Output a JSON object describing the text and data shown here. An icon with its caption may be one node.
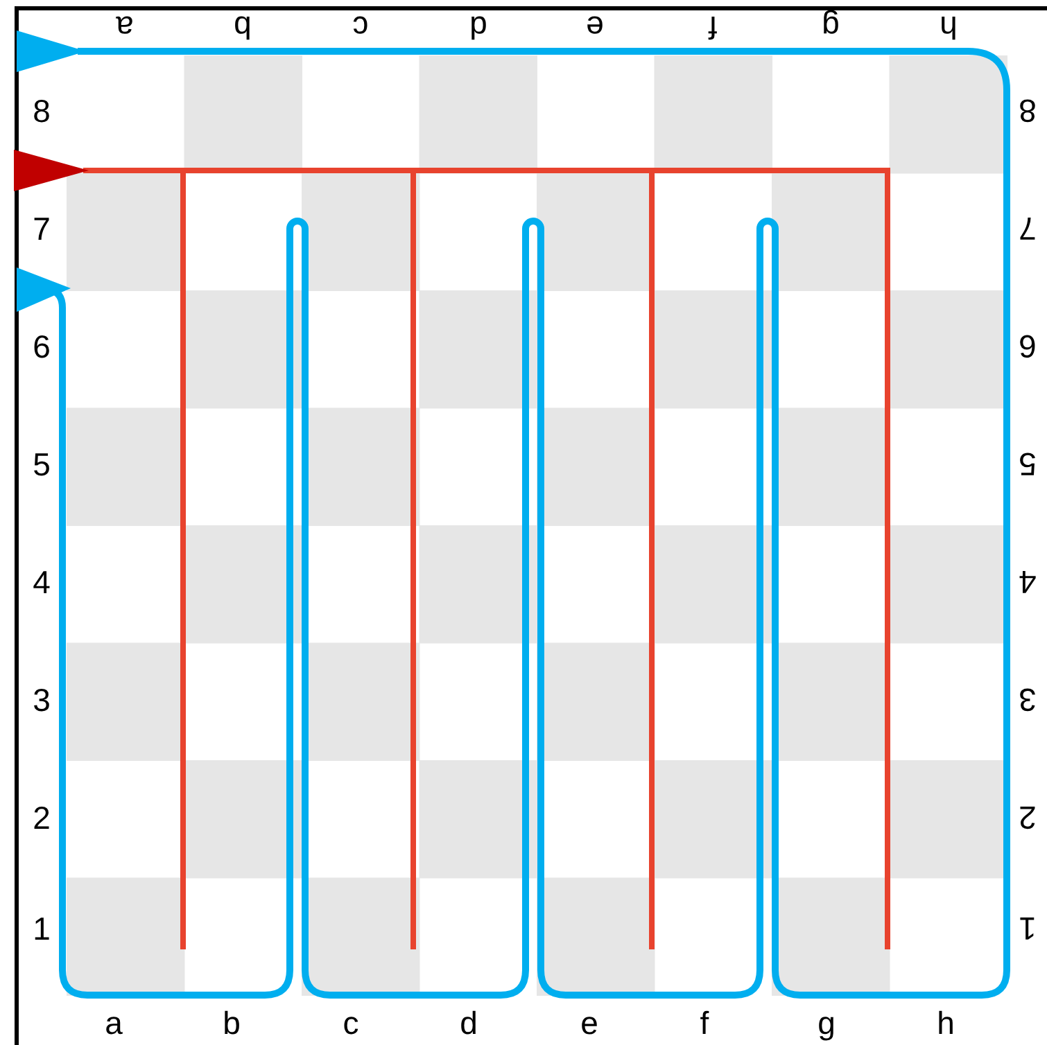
{
  "diagram": {
    "labels": [
      "a",
      "b",
      "c",
      "d",
      "e",
      "f",
      "g",
      "h",
      "8",
      "8",
      "7",
      "7",
      "6",
      "6",
      "5",
      "5",
      "4",
      "4",
      "3",
      "3",
      "2",
      "2",
      "1",
      "1",
      "a",
      "b",
      "c",
      "d",
      "e",
      "f",
      "g",
      "h"
    ]
  }
}
